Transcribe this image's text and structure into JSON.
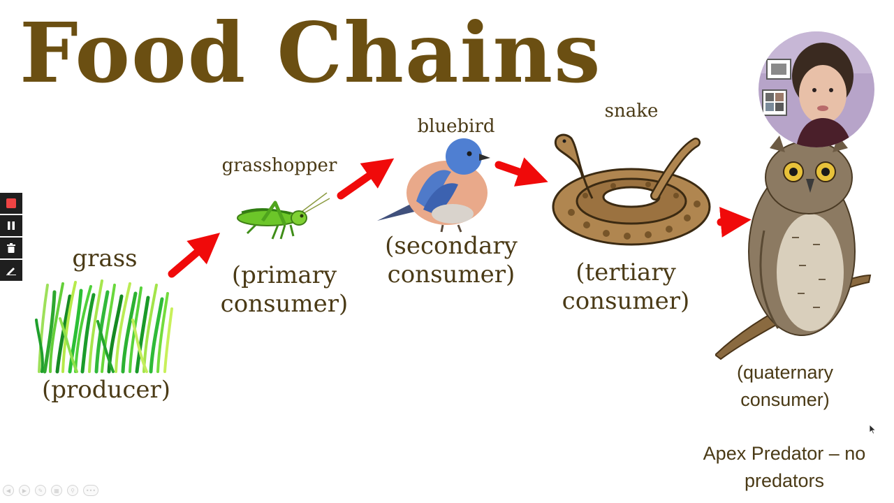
{
  "title": "Food Chains",
  "colors": {
    "title": "#6b4f12",
    "text": "#4a3a16",
    "arrow": "#f00a0a",
    "toolbar_bg": "#1f1f1f",
    "record": "#ee4444"
  },
  "organisms": [
    {
      "name": "grass",
      "role": "(producer)",
      "icon": "grass-icon"
    },
    {
      "name": "grasshopper",
      "role_line1": "(primary",
      "role_line2": "consumer)",
      "icon": "grasshopper-icon"
    },
    {
      "name": "bluebird",
      "role_line1": "(secondary",
      "role_line2": "consumer)",
      "icon": "bluebird-icon"
    },
    {
      "name": "snake",
      "role_line1": "(tertiary",
      "role_line2": "consumer)",
      "icon": "snake-icon"
    },
    {
      "role_line1": "(quaternary",
      "role_line2": "consumer)",
      "icon": "owl-icon"
    }
  ],
  "apex_note": {
    "line1": "Apex Predator – no",
    "line2": "predators"
  },
  "toolbar": {
    "items": [
      "record-icon",
      "pause-icon",
      "trash-icon",
      "pen-icon"
    ]
  },
  "slide_controls": {
    "items": [
      "prev-icon",
      "next-icon",
      "pen-icon",
      "slides-icon",
      "zoom-icon",
      "more-icon"
    ],
    "more_label": "•••"
  }
}
